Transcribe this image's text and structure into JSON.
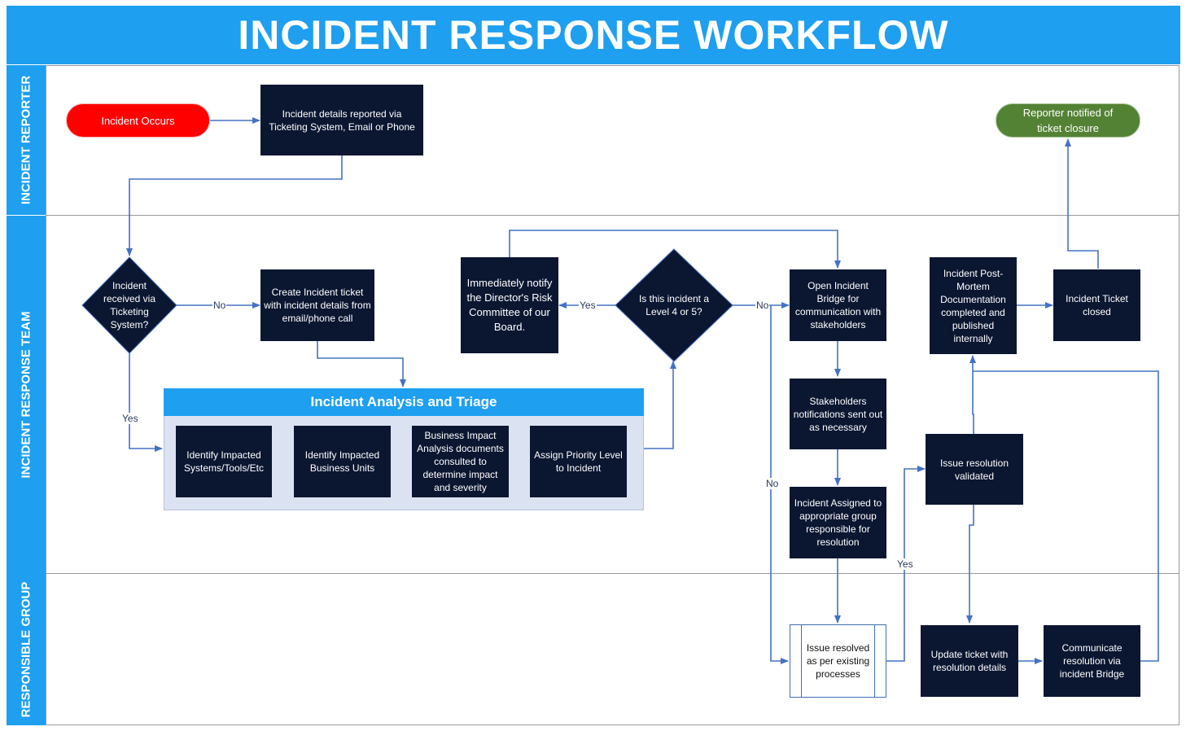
{
  "title": "INCIDENT RESPONSE WORKFLOW",
  "lanes": {
    "reporter": "INCIDENT REPORTER",
    "team": "INCIDENT RESPONSE TEAM",
    "group": "RESPONSIBLE GROUP"
  },
  "nodes": {
    "incident_occurs": "Incident Occurs",
    "details_reported": "Incident details reported via Ticketing System, Email or Phone",
    "reporter_notified": "Reporter notified of ticket closure",
    "received_via_ticketing": "Incident received via Ticketing System?",
    "create_ticket": "Create Incident ticket with incident details from email/phone call",
    "notify_director": "Immediately notify the Director's Risk Committee of our Board.",
    "level_4_or_5": "Is this incident a Level 4 or 5?",
    "open_bridge": "Open Incident Bridge for communication with stakeholders",
    "post_mortem": "Incident Post-Mortem Documentation completed and published internally",
    "ticket_closed": "Incident Ticket closed",
    "stakeholder_notifications": "Stakeholders notifications sent out as necessary",
    "issue_validated": "Issue resolution validated",
    "incident_assigned": "Incident Assigned to appropriate group responsible for resolution",
    "resolved_existing": "Issue resolved as per existing processes",
    "update_ticket": "Update ticket with resolution details",
    "communicate_resolution": "Communicate resolution via incident Bridge"
  },
  "triage": {
    "heading": "Incident Analysis and Triage",
    "steps": [
      "Identify Impacted Systems/Tools/Etc",
      "Identify Impacted Business Units",
      "Business Impact Analysis documents consulted to determine impact and severity",
      "Assign Priority Level to Incident"
    ]
  },
  "edge_labels": {
    "no_ticket": "No",
    "yes_ticket": "Yes",
    "yes_level": "Yes",
    "no_level": "No",
    "no_level_down": "No",
    "yes_resolved": "Yes"
  },
  "colors": {
    "accent": "#1e9ff0",
    "node_fill": "#0b1631",
    "start_red": "#ff0000",
    "end_green": "#548235",
    "connector": "#4472c4"
  }
}
